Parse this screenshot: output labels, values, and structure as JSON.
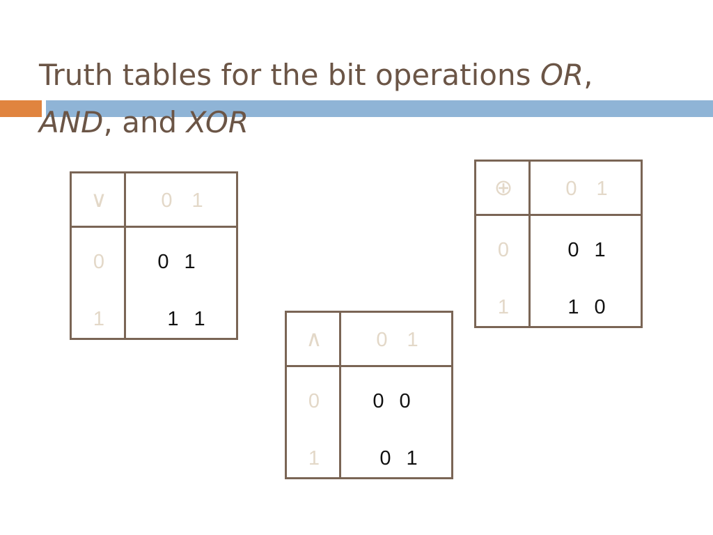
{
  "slide": {
    "title_line1_prefix": "Truth tables for the bit operations ",
    "title_or": "OR",
    "title_comma1": ",",
    "title_and": "AND",
    "title_comma2": ", and ",
    "title_xor": "XOR"
  },
  "colors": {
    "title": "#6b5546",
    "accent_orange": "#e0843f",
    "accent_blue": "#8fb4d6",
    "table_border": "#7a6555",
    "header_text": "#e3d8c8",
    "value_text": "#111111"
  },
  "tables": {
    "or": {
      "operator": "∨",
      "column_headers": "0 1",
      "row_headers": [
        "0",
        "1"
      ],
      "rows": [
        "0 1",
        "1 1"
      ]
    },
    "and": {
      "operator": "∧",
      "column_headers": "0 1",
      "row_headers": [
        "0",
        "1"
      ],
      "rows": [
        "0 0",
        "0 1"
      ]
    },
    "xor": {
      "operator": "⊕",
      "column_headers": "0 1",
      "row_headers": [
        "0",
        "1"
      ],
      "rows": [
        "0 1",
        "1 0"
      ]
    }
  }
}
